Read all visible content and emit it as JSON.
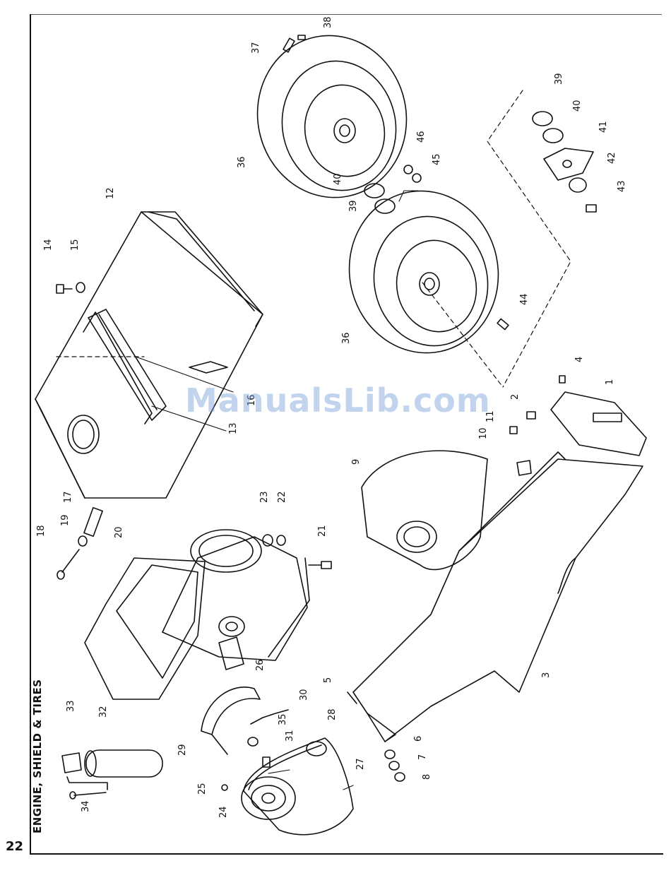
{
  "page_number": "22",
  "section_title": "ENGINE, SHIELD & TIRES",
  "watermark": "ManualsLib.com",
  "callouts": [
    {
      "id": "p1",
      "label": "1"
    },
    {
      "id": "p2",
      "label": "2"
    },
    {
      "id": "p3",
      "label": "3"
    },
    {
      "id": "p4",
      "label": "4"
    },
    {
      "id": "p5",
      "label": "5"
    },
    {
      "id": "p6",
      "label": "6"
    },
    {
      "id": "p7",
      "label": "7"
    },
    {
      "id": "p8",
      "label": "8"
    },
    {
      "id": "p9",
      "label": "9"
    },
    {
      "id": "p10",
      "label": "10"
    },
    {
      "id": "p11",
      "label": "11"
    },
    {
      "id": "p12",
      "label": "12"
    },
    {
      "id": "p13",
      "label": "13"
    },
    {
      "id": "p14",
      "label": "14"
    },
    {
      "id": "p15",
      "label": "15"
    },
    {
      "id": "p16",
      "label": "16"
    },
    {
      "id": "p17",
      "label": "17"
    },
    {
      "id": "p18",
      "label": "18"
    },
    {
      "id": "p19",
      "label": "19"
    },
    {
      "id": "p20",
      "label": "20"
    },
    {
      "id": "p21",
      "label": "21"
    },
    {
      "id": "p22",
      "label": "22"
    },
    {
      "id": "p23",
      "label": "23"
    },
    {
      "id": "p24",
      "label": "24"
    },
    {
      "id": "p25",
      "label": "25"
    },
    {
      "id": "p26",
      "label": "26"
    },
    {
      "id": "p27",
      "label": "27"
    },
    {
      "id": "p28",
      "label": "28"
    },
    {
      "id": "p29",
      "label": "29"
    },
    {
      "id": "p30",
      "label": "30"
    },
    {
      "id": "p31",
      "label": "31"
    },
    {
      "id": "p32",
      "label": "32"
    },
    {
      "id": "p33",
      "label": "33"
    },
    {
      "id": "p34",
      "label": "34"
    },
    {
      "id": "p35",
      "label": "35"
    },
    {
      "id": "p36a",
      "label": "36"
    },
    {
      "id": "p36b",
      "label": "36"
    },
    {
      "id": "p37",
      "label": "37"
    },
    {
      "id": "p38",
      "label": "38"
    },
    {
      "id": "p39a",
      "label": "39"
    },
    {
      "id": "p39b",
      "label": "39"
    },
    {
      "id": "p40a",
      "label": "40"
    },
    {
      "id": "p40b",
      "label": "40"
    },
    {
      "id": "p41",
      "label": "41"
    },
    {
      "id": "p42",
      "label": "42"
    },
    {
      "id": "p43",
      "label": "43"
    },
    {
      "id": "p44",
      "label": "44"
    },
    {
      "id": "p45",
      "label": "45"
    },
    {
      "id": "p46",
      "label": "46"
    }
  ]
}
